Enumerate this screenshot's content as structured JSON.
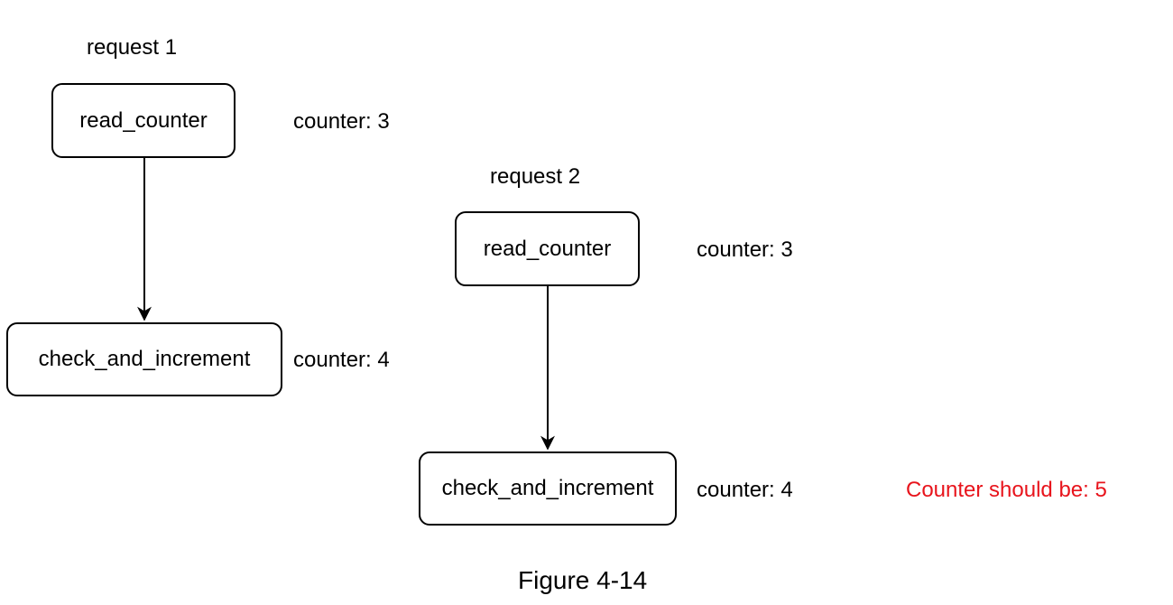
{
  "request1": {
    "title": "request 1",
    "step_read": "read_counter",
    "read_value": "counter: 3",
    "step_check": "check_and_increment",
    "check_value": "counter: 4"
  },
  "request2": {
    "title": "request 2",
    "step_read": "read_counter",
    "read_value": "counter: 3",
    "step_check": "check_and_increment",
    "check_value": "counter: 4"
  },
  "warning": {
    "text": "Counter should be: 5",
    "color": "#e8141c"
  },
  "caption": "Figure 4-14"
}
